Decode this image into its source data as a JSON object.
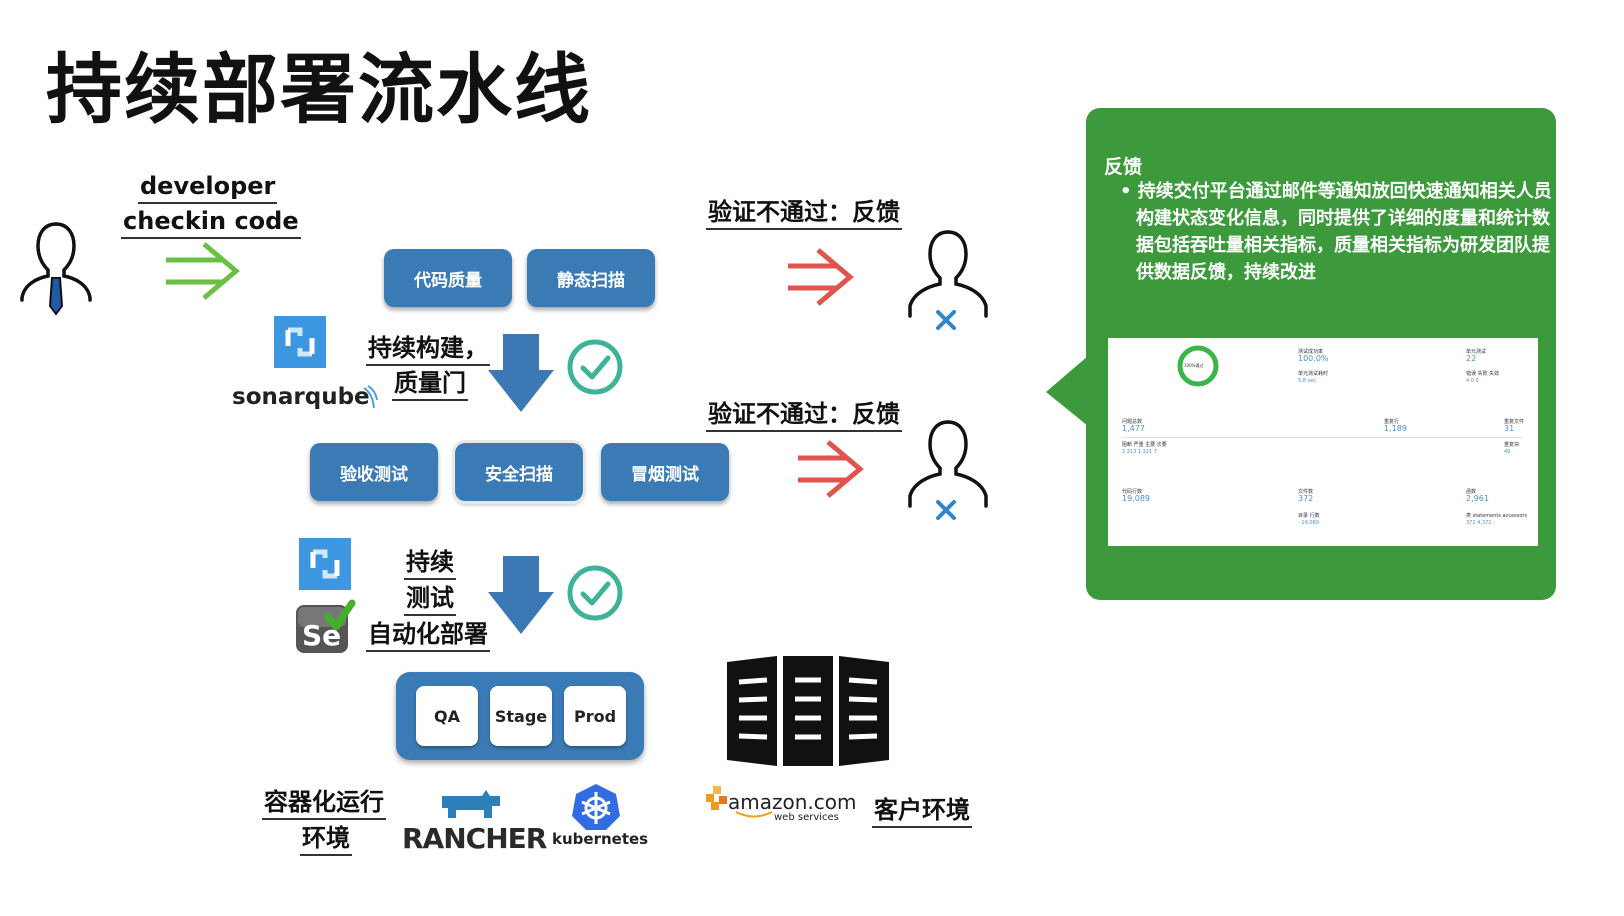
{
  "title": "持续部署流水线",
  "developer": {
    "line1": "developer",
    "line2": "checkin code"
  },
  "stage1": {
    "pills": [
      "代码质量",
      "静态扫描"
    ]
  },
  "build": {
    "line1": "持续构建，",
    "line2": "质量门",
    "sonar": "sonarqube"
  },
  "stage2": {
    "pills": [
      "验收测试",
      "安全扫描",
      "冒烟测试"
    ]
  },
  "test": {
    "line1": "持续",
    "line2": "测试",
    "line3": "自动化部署",
    "selenium": "Se"
  },
  "envs": [
    "QA",
    "Stage",
    "Prod"
  ],
  "container": {
    "line1": "容器化运行",
    "line2": "环境",
    "rancher": "RANCHER",
    "kubernetes": "kubernetes"
  },
  "amazon": {
    "name": "amazon.com",
    "sub": "web services"
  },
  "customer": "客户环境",
  "fail1": "验证不通过：反馈",
  "fail2": "验证不通过：反馈",
  "feedback": {
    "title": "反馈",
    "text": "持续交付平台通过邮件等通知放回快速通知相关人员构建状态变化信息，同时提供了详细的度量和统计数据包括吞吐量相关指标，质量相关指标为研发团队提供数据反馈，持续改进"
  },
  "dashboard": {
    "gauge": "100%通过",
    "row1": [
      {
        "label": "测试成功率",
        "value": "100.0%",
        "sub": "单元测试耗时",
        "subval": "5.8 sec"
      },
      {
        "label": "单元测试",
        "value": "22",
        "sub": "错误  失败  失效",
        "subval": "4    0    0"
      }
    ],
    "row2": [
      {
        "label": "问题总数",
        "value": "1,477",
        "sub": "阻断 严重 主要 次要",
        "subval": "2    213    1,321    7"
      },
      {
        "label": "重复行",
        "value": "1,189"
      },
      {
        "label": "重复文件",
        "value": "31",
        "sub": "重复块",
        "subval": "49"
      }
    ],
    "row3": [
      {
        "label": "代码行数",
        "value": "19,089"
      },
      {
        "label": "文件数",
        "value": "372",
        "sub": "目录  行数",
        "subval": "-    19,089"
      },
      {
        "label": "函数",
        "value": "2,961",
        "sub": "类  statements  accessors",
        "subval": "372  4,372  -"
      }
    ]
  },
  "colors": {
    "pill_blue": "#3a7bb6",
    "arrow_green": "#6abf45",
    "arrow_red": "#e0534f",
    "down_arrow": "#3b78b4",
    "check_teal": "#3fb39a",
    "panel_green": "#3c9a3c",
    "person_x": "#2f86c9"
  }
}
